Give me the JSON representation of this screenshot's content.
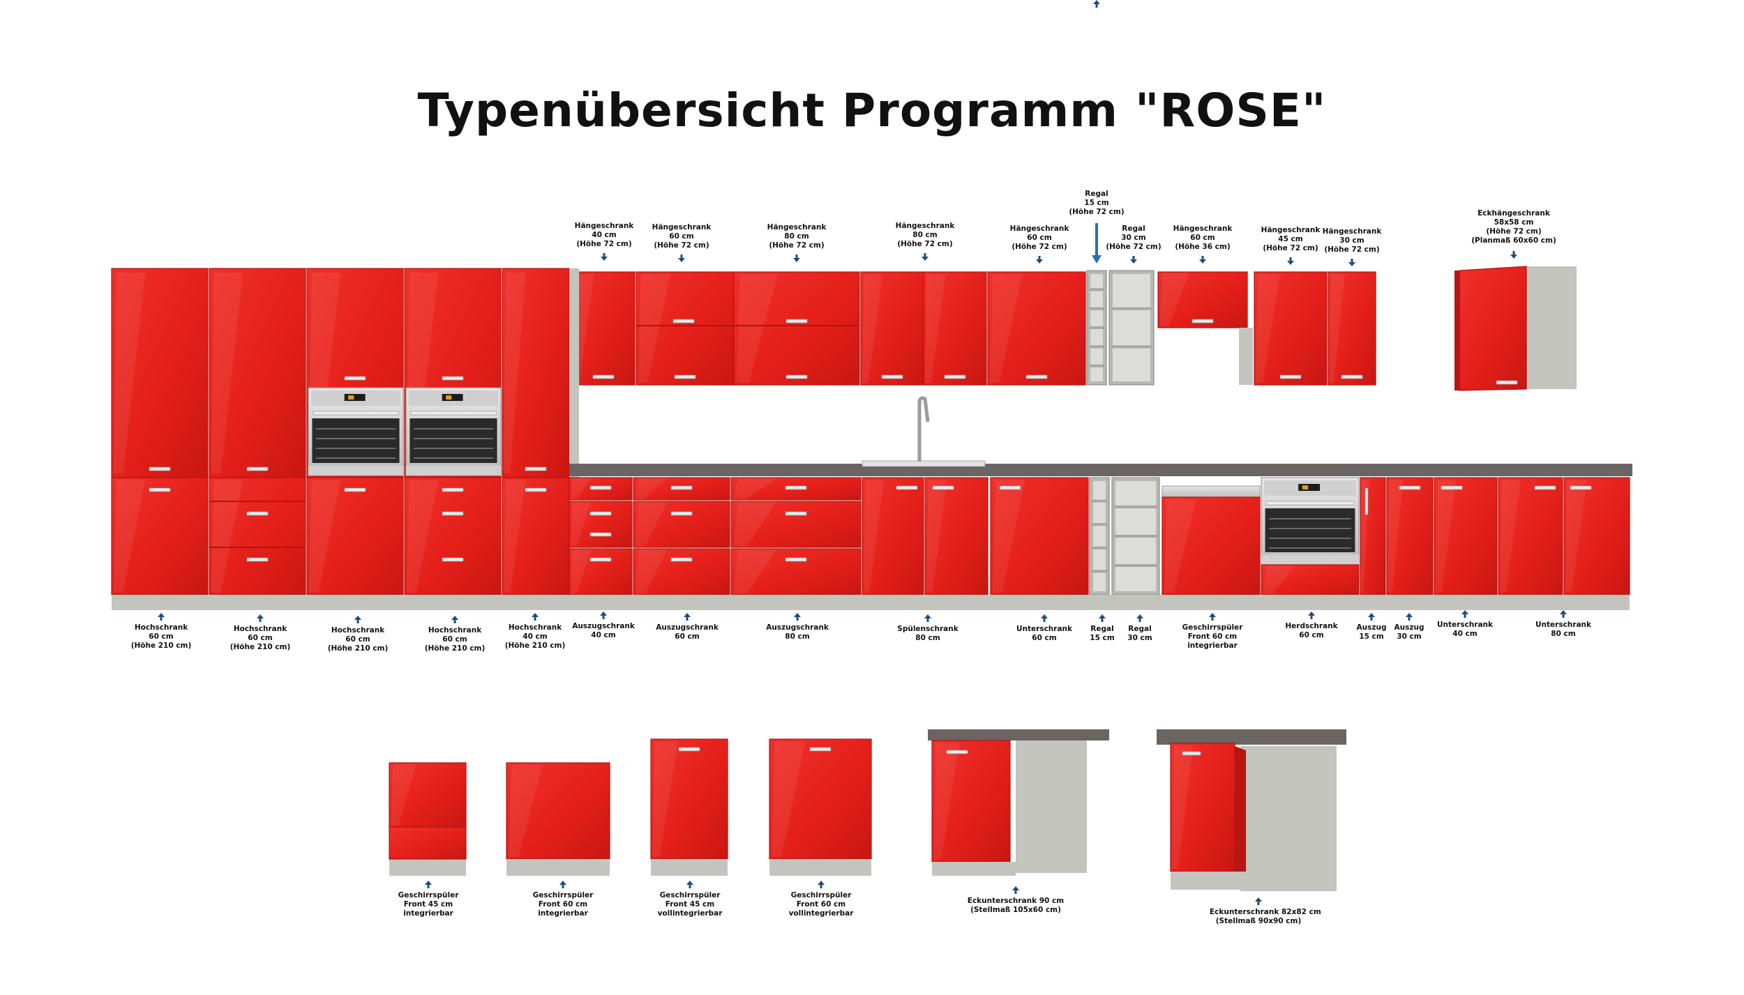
{
  "title": "Typenübersicht Programm \"ROSE\"",
  "colors": {
    "front": "#e8221d",
    "front_dark": "#b31410",
    "carcass": "#c4c4bf",
    "worktop": "#6a6462",
    "arrow": "#1d4e78",
    "steel": "#d8d8d8",
    "oven_glass": "#2a2a2a"
  },
  "wall_labels": [
    {
      "id": "w1",
      "lines": [
        "Hängeschrank",
        "40 cm",
        "(Höhe 72 cm)"
      ]
    },
    {
      "id": "w2",
      "lines": [
        "Hängeschrank",
        "60 cm",
        "(Höhe 72 cm)"
      ]
    },
    {
      "id": "w3",
      "lines": [
        "Hängeschrank",
        "80 cm",
        "(Höhe 72 cm)"
      ]
    },
    {
      "id": "w4",
      "lines": [
        "Hängeschrank",
        "80 cm",
        "(Höhe 72 cm)"
      ]
    },
    {
      "id": "w5",
      "lines": [
        "Hängeschrank",
        "60 cm",
        "(Höhe 72 cm)"
      ]
    },
    {
      "id": "w6",
      "lines": [
        "Regal",
        "15 cm",
        "(Höhe 72 cm)"
      ]
    },
    {
      "id": "w7",
      "lines": [
        "Regal",
        "30 cm",
        "(Höhe 72 cm)"
      ]
    },
    {
      "id": "w8",
      "lines": [
        "Hängeschrank",
        "60 cm",
        "(Höhe 36 cm)"
      ]
    },
    {
      "id": "w9",
      "lines": [
        "Hängeschrank",
        "45 cm",
        "(Höhe 72 cm)"
      ]
    },
    {
      "id": "w10",
      "lines": [
        "Hängeschrank",
        "30 cm",
        "(Höhe 72 cm)"
      ]
    },
    {
      "id": "w11",
      "lines": [
        "Eckhängeschrank",
        "58x58 cm",
        "(Höhe 72 cm)",
        "(Planmaß 60x60 cm)"
      ]
    }
  ],
  "base_labels": [
    {
      "id": "b1",
      "lines": [
        "Hochschrank",
        "60 cm",
        "(Höhe 210 cm)"
      ]
    },
    {
      "id": "b2",
      "lines": [
        "Hochschrank",
        "60 cm",
        "(Höhe 210 cm)"
      ]
    },
    {
      "id": "b3",
      "lines": [
        "Hochschrank",
        "60 cm",
        "(Höhe 210 cm)"
      ]
    },
    {
      "id": "b4",
      "lines": [
        "Hochschrank",
        "60 cm",
        "(Höhe 210 cm)"
      ]
    },
    {
      "id": "b5",
      "lines": [
        "Hochschrank",
        "40 cm",
        "(Höhe 210 cm)"
      ]
    },
    {
      "id": "b6",
      "lines": [
        "Auszugschrank",
        "40 cm"
      ]
    },
    {
      "id": "b7",
      "lines": [
        "Auszugschrank",
        "60 cm"
      ]
    },
    {
      "id": "b8",
      "lines": [
        "Auszugschrank",
        "80 cm"
      ]
    },
    {
      "id": "b9",
      "lines": [
        "Spülenschrank",
        "80 cm"
      ]
    },
    {
      "id": "b10",
      "lines": [
        "Unterschrank",
        "60 cm"
      ]
    },
    {
      "id": "b11",
      "lines": [
        "Regal",
        "15 cm"
      ]
    },
    {
      "id": "b12",
      "lines": [
        "Regal",
        "30 cm"
      ]
    },
    {
      "id": "b13",
      "lines": [
        "Geschirrspüler",
        "Front 60 cm",
        "integrierbar"
      ]
    },
    {
      "id": "b14",
      "lines": [
        "Herdschrank",
        "60 cm"
      ]
    },
    {
      "id": "b15",
      "lines": [
        "Auszug",
        "15 cm"
      ]
    },
    {
      "id": "b16",
      "lines": [
        "Auszug",
        "30 cm"
      ]
    },
    {
      "id": "b17",
      "lines": [
        "Unterschrank",
        "40 cm"
      ]
    },
    {
      "id": "b18",
      "lines": [
        "Unterschrank",
        "80 cm"
      ]
    }
  ],
  "extra_labels": [
    {
      "id": "e1",
      "lines": [
        "Geschirrspüler",
        "Front 45 cm",
        "integrierbar"
      ]
    },
    {
      "id": "e2",
      "lines": [
        "Geschirrspüler",
        "Front 60 cm",
        "integrierbar"
      ]
    },
    {
      "id": "e3",
      "lines": [
        "Geschirrspüler",
        "Front 45 cm",
        "vollintegrierbar"
      ]
    },
    {
      "id": "e4",
      "lines": [
        "Geschirrspüler",
        "Front 60 cm",
        "vollintegrierbar"
      ]
    },
    {
      "id": "e5",
      "lines": [
        "Eckunterschrank 90 cm",
        "(Stellmaß 105x60 cm)"
      ]
    },
    {
      "id": "e6",
      "lines": [
        "Eckunterschrank 82x82 cm",
        "(Stellmaß 90x90 cm)"
      ]
    }
  ]
}
